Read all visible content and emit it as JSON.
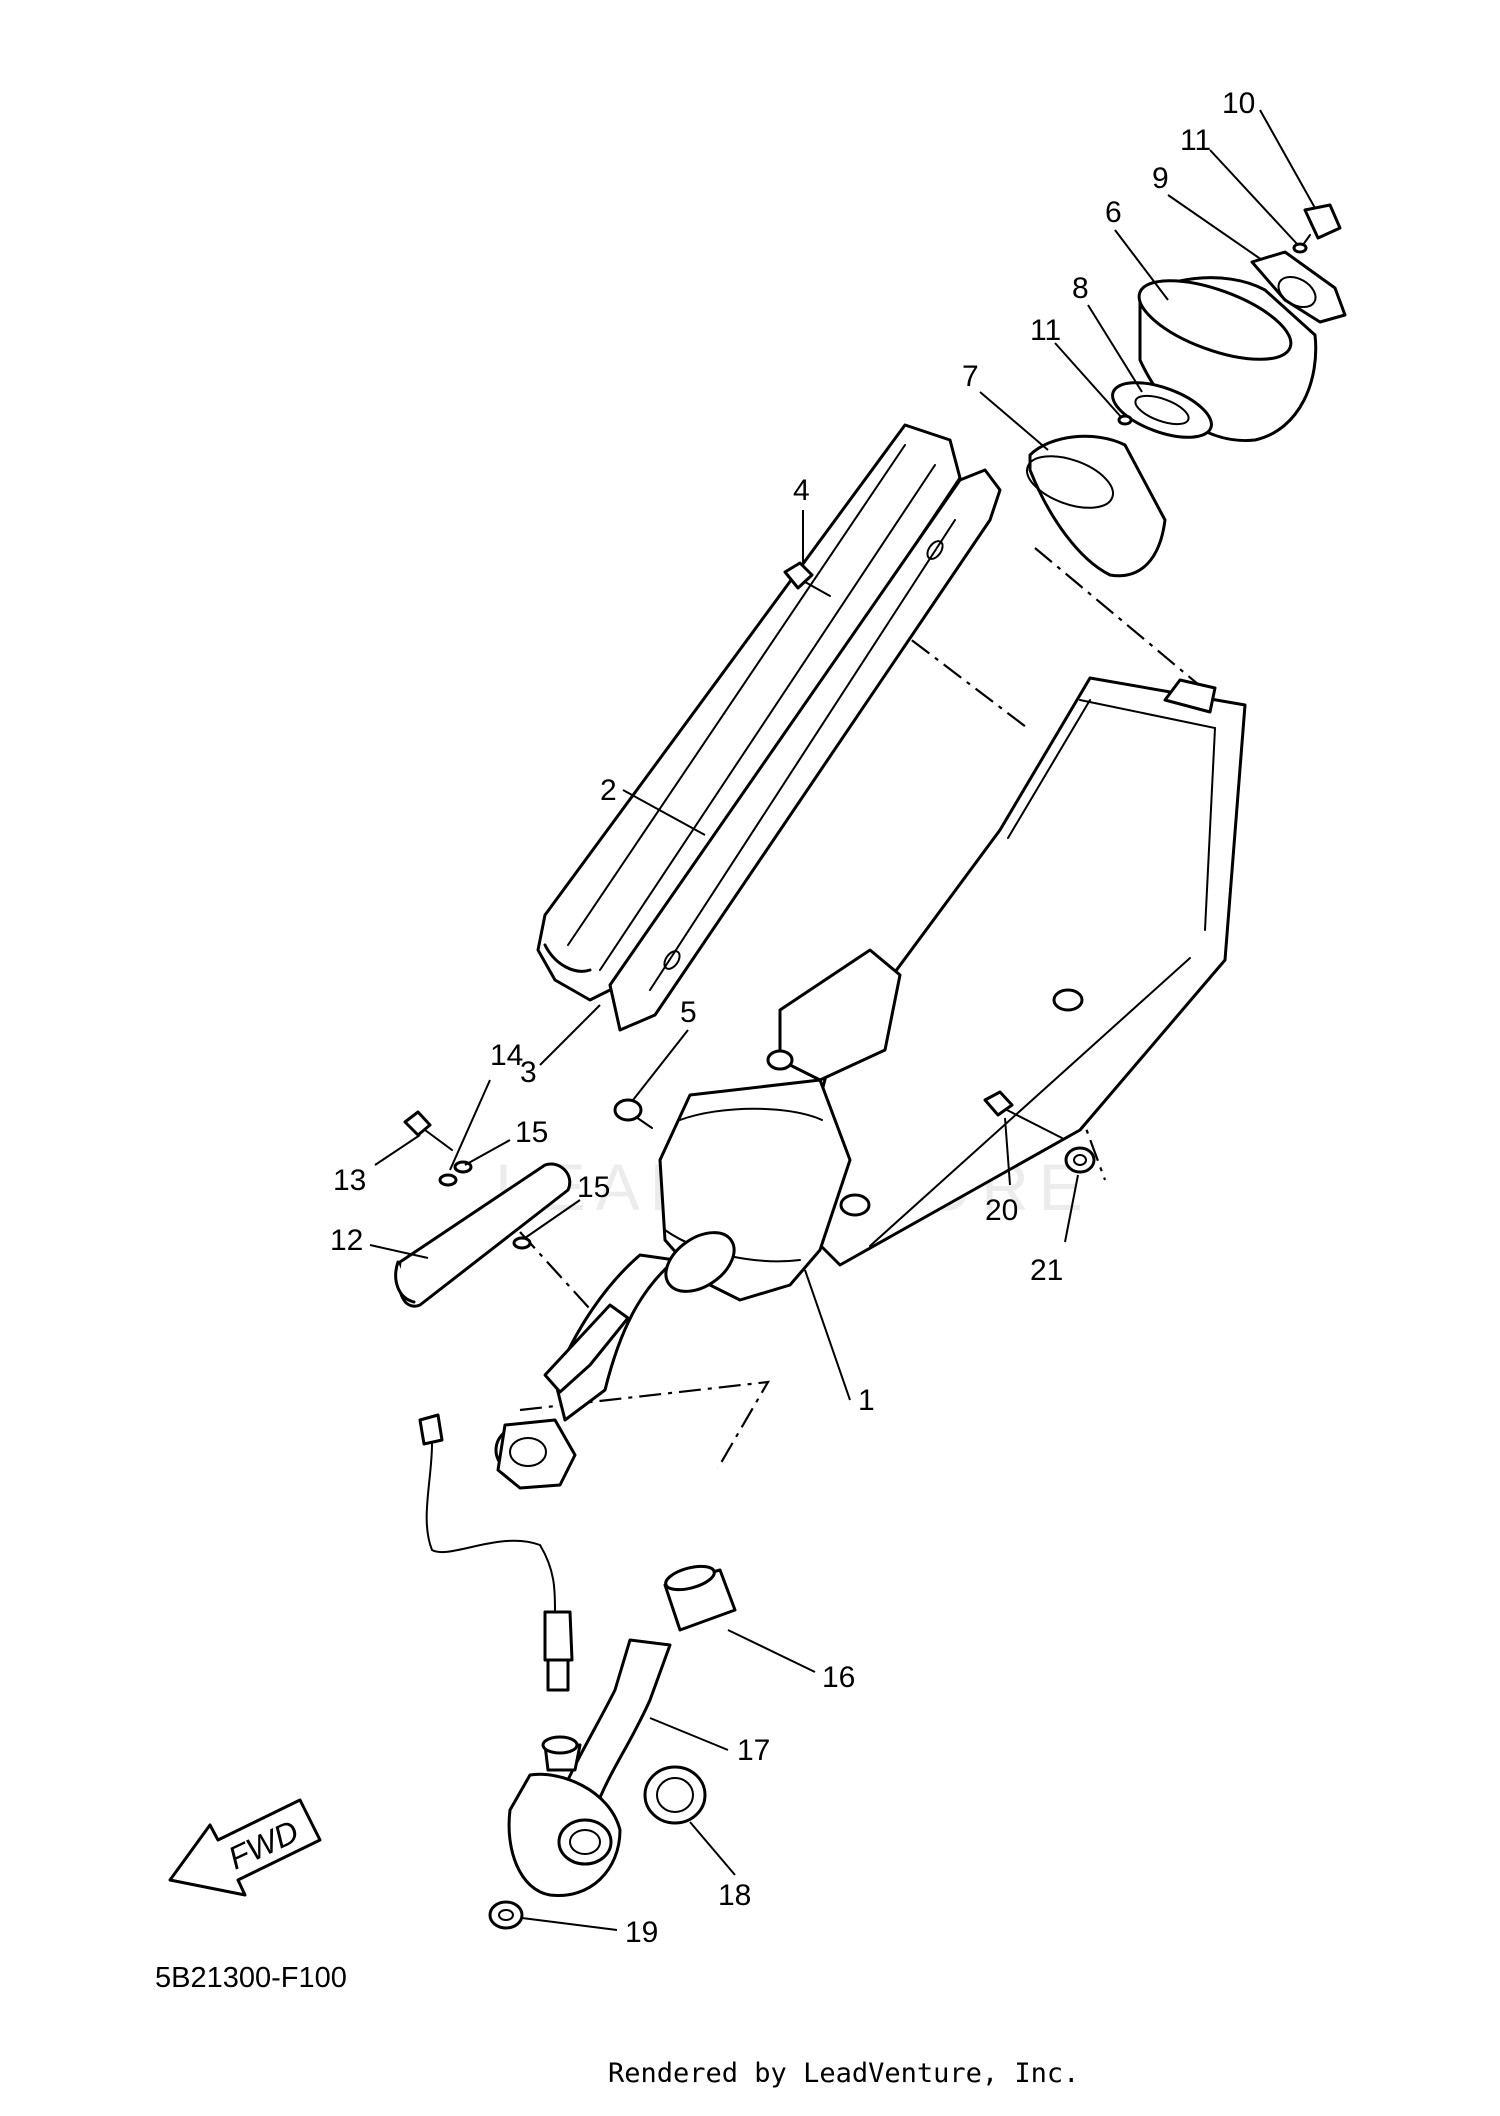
{
  "diagram": {
    "part_code": "5B21300-F100",
    "footer": "Rendered by LeadVenture, Inc.",
    "watermark": "LEADVENTURE",
    "fwd_label": "FWD",
    "callouts": [
      {
        "id": "1",
        "label": "1"
      },
      {
        "id": "2",
        "label": "2"
      },
      {
        "id": "3",
        "label": "3"
      },
      {
        "id": "4",
        "label": "4"
      },
      {
        "id": "5",
        "label": "5"
      },
      {
        "id": "6",
        "label": "6"
      },
      {
        "id": "7",
        "label": "7"
      },
      {
        "id": "8",
        "label": "8"
      },
      {
        "id": "9",
        "label": "9"
      },
      {
        "id": "10",
        "label": "10"
      },
      {
        "id": "11a",
        "label": "11"
      },
      {
        "id": "11b",
        "label": "11"
      },
      {
        "id": "12",
        "label": "12"
      },
      {
        "id": "13",
        "label": "13"
      },
      {
        "id": "14",
        "label": "14"
      },
      {
        "id": "15a",
        "label": "15"
      },
      {
        "id": "15b",
        "label": "15"
      },
      {
        "id": "16",
        "label": "16"
      },
      {
        "id": "17",
        "label": "17"
      },
      {
        "id": "18",
        "label": "18"
      },
      {
        "id": "19",
        "label": "19"
      },
      {
        "id": "20",
        "label": "20"
      },
      {
        "id": "21",
        "label": "21"
      }
    ]
  }
}
